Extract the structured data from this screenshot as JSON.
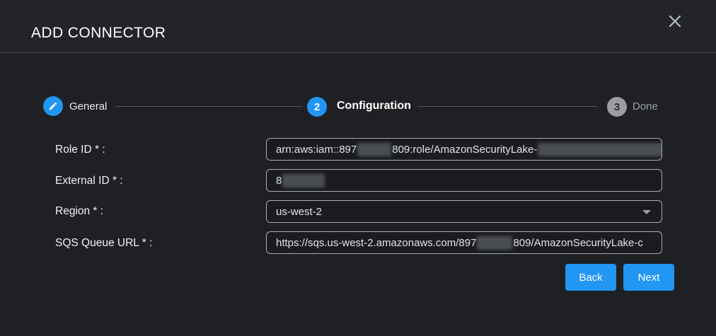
{
  "window": {
    "title": "ADD CONNECTOR"
  },
  "stepper": {
    "steps": [
      {
        "label": "General",
        "state": "completed",
        "icon": "pencil-icon"
      },
      {
        "label": "Configuration",
        "state": "active",
        "number": "2"
      },
      {
        "label": "Done",
        "state": "pending",
        "number": "3"
      }
    ]
  },
  "form": {
    "role_id": {
      "label": "Role ID * :",
      "value_part1": "arn:aws:iam::897",
      "value_part2": "809:role/AmazonSecurityLake-",
      "redacted": "partially redacted"
    },
    "external_id": {
      "label": "External ID * :",
      "value_part1": "8",
      "redacted": "partially redacted"
    },
    "region": {
      "label": "Region * :",
      "value": "us-west-2"
    },
    "sqs_queue_url": {
      "label": "SQS Queue URL * :",
      "value_part1": "https://sqs.us-west-2.amazonaws.com/897",
      "value_part2": "809/AmazonSecurityLake-c",
      "redacted": "partially redacted"
    }
  },
  "actions": {
    "back": "Back",
    "next": "Next"
  },
  "colors": {
    "accent_blue": "#2196f3",
    "pending_gray": "#9b9da1",
    "header_bg": "#232429",
    "body_bg": "#1f2024",
    "input_border": "#a8acb2"
  }
}
